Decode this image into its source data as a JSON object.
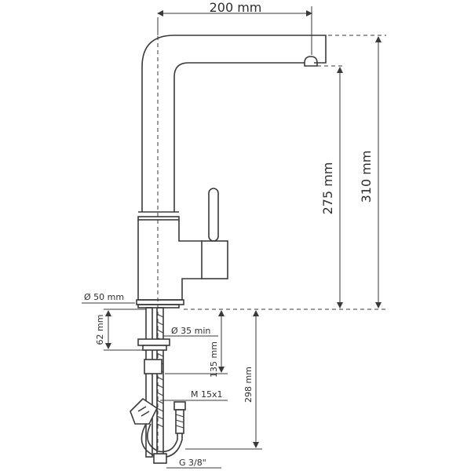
{
  "dimensions": {
    "spout_reach": "200 mm",
    "outlet_height": "275 mm",
    "total_height": "310 mm",
    "base_diameter": "Ø 50 mm",
    "shank_length": "62 mm",
    "hole_diameter": "Ø 35 min",
    "hole_clearance": "135 mm",
    "hose_length": "298 mm",
    "thread_m": "M 15x1",
    "thread_g": "G 3/8\""
  }
}
